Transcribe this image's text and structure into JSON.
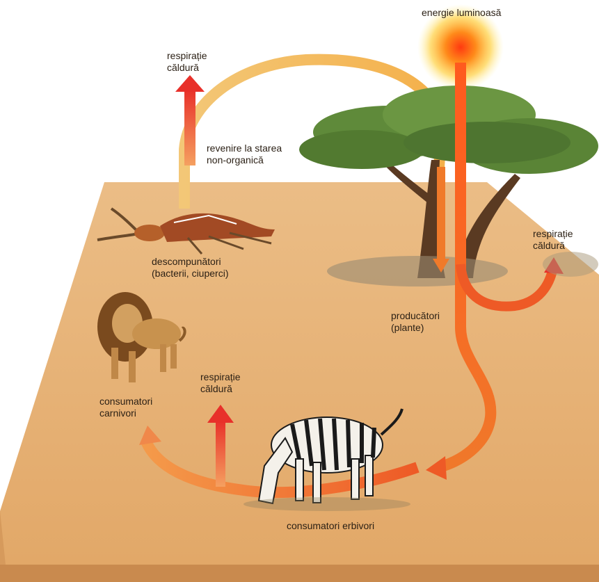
{
  "labels": {
    "energy": "energie luminoasă",
    "resp_top": {
      "line1": "respirație",
      "line2": "căldură"
    },
    "return": {
      "line1": "revenire la starea",
      "line2": "non-organică"
    },
    "resp_right": {
      "line1": "respirație",
      "line2": "căldură"
    },
    "decomposers": {
      "line1": "descompunători",
      "line2": "(bacterii, ciuperci)"
    },
    "producers": {
      "line1": "producători",
      "line2": "(plante)"
    },
    "resp_mid": {
      "line1": "respirație",
      "line2": "căldură"
    },
    "carnivores": {
      "line1": "consumatori",
      "line2": "carnivori"
    },
    "herbivores": "consumatori erbivori"
  },
  "colors": {
    "ground": "#e8b27a",
    "ground_edge": "#c98a4e",
    "arrow_hot": "#e8452a",
    "arrow_mid": "#f07a2a",
    "arrow_light": "#f5c26a",
    "sun": "#ff8a1a",
    "foliage": "#5f8a3a"
  }
}
